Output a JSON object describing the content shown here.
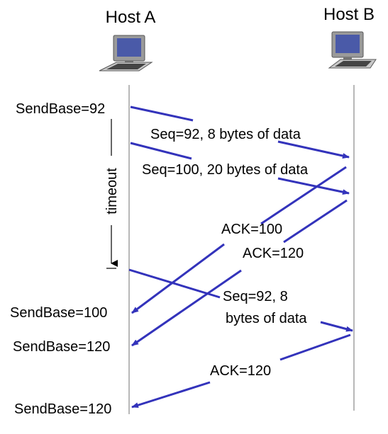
{
  "diagram": {
    "host_a": "Host A",
    "host_b": "Host B",
    "timeout_label": "timeout",
    "sendbase": [
      "SendBase=92",
      "SendBase=100",
      "SendBase=120",
      "SendBase=120"
    ],
    "messages": {
      "seq92": "Seq=92, 8 bytes of data",
      "seq100": "Seq=100, 20 bytes of data",
      "ack100": "ACK=100",
      "ack120": "ACK=120",
      "retx_line1": "Seq=92,  8",
      "retx_line2": "bytes of data",
      "ack120_final": "ACK=120"
    },
    "colors": {
      "message": "#3333bb",
      "timeline": "#888888"
    }
  }
}
